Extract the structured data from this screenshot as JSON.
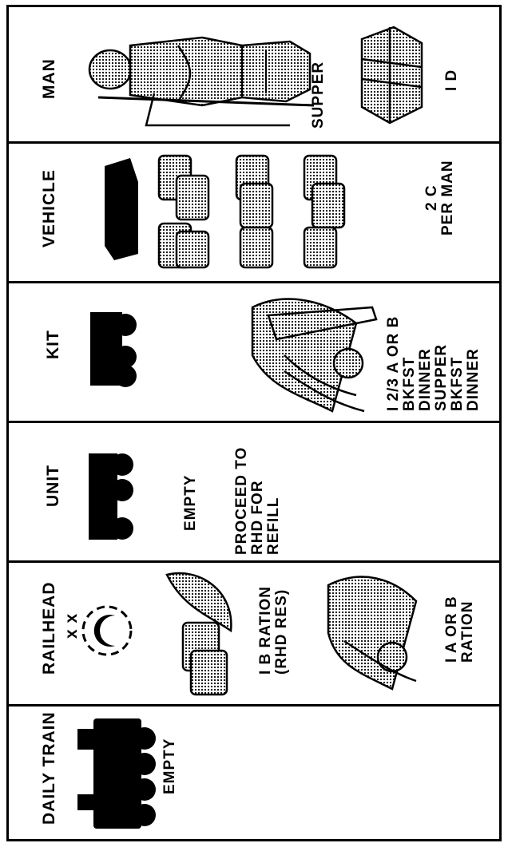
{
  "panels": [
    {
      "id": "man",
      "header": "MAN",
      "texts": [
        "SUPPER",
        "I D"
      ]
    },
    {
      "id": "vehicle",
      "header": "VEHICLE",
      "texts": [
        "2 C\nPER MAN"
      ]
    },
    {
      "id": "kit",
      "header": "KIT",
      "texts": [
        "I 2/3 A OR B\nBKFST\nDINNER\nSUPPER\nBKFST\nDINNER"
      ]
    },
    {
      "id": "unit",
      "header": "UNIT",
      "texts": [
        "EMPTY",
        "PROCEED TO\nRHD FOR\nREFILL"
      ]
    },
    {
      "id": "railhead",
      "header": "RAILHEAD",
      "symbol": "x x",
      "texts": [
        "I B RATION\n(RHD RES)",
        "I A OR B\nRATION"
      ]
    },
    {
      "id": "daily-train",
      "header": "DAILY TRAIN",
      "texts": [
        "EMPTY"
      ]
    }
  ]
}
